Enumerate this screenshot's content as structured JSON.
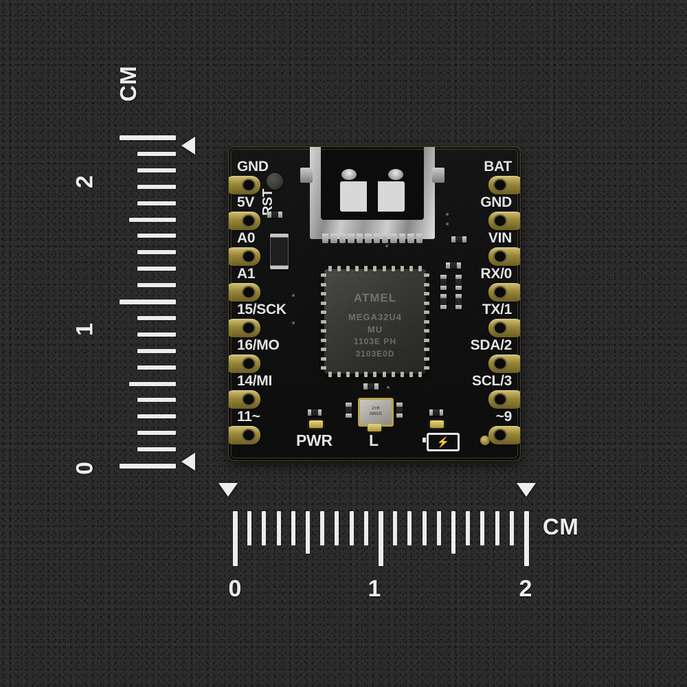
{
  "scene": {
    "background_color": "#2b2b2b",
    "subject": "microcontroller development board photo with measurement rulers"
  },
  "vertical_ruler": {
    "unit_label": "CM",
    "numbers": [
      "2",
      "1",
      "0"
    ],
    "arrow_top_name": "measurement-arrow-top",
    "arrow_bottom_name": "measurement-arrow-bottom"
  },
  "horizontal_ruler": {
    "unit_label": "CM",
    "numbers": [
      "0",
      "1",
      "2"
    ],
    "arrow_left_name": "measurement-arrow-left",
    "arrow_right_name": "measurement-arrow-right"
  },
  "board": {
    "color": "#101010",
    "pad_color": "#9a8838",
    "left_pins": [
      {
        "label": "GND"
      },
      {
        "label": "5V"
      },
      {
        "label": "A0"
      },
      {
        "label": "A1"
      },
      {
        "label": "15/SCK"
      },
      {
        "label": "16/MO"
      },
      {
        "label": "14/MI"
      },
      {
        "label": "11~"
      }
    ],
    "right_pins": [
      {
        "label": "BAT"
      },
      {
        "label": "GND"
      },
      {
        "label": "VIN"
      },
      {
        "label": "RX/0"
      },
      {
        "label": "TX/1"
      },
      {
        "label": "SDA/2"
      },
      {
        "label": "SCL/3"
      },
      {
        "label": "~9"
      }
    ],
    "reset_label": "RST",
    "bottom_labels": [
      {
        "label": "PWR"
      },
      {
        "label": "L"
      }
    ],
    "battery_icon_glyph": "⚡",
    "mcu": {
      "brand": "ATMEL",
      "line1": "MEGA32U4",
      "line2": "MU",
      "line3": "1103E    PH",
      "line4": "3103E0D"
    },
    "crystal": {
      "line1": "Z+R",
      "line2": "0001G"
    },
    "connector": "USB-C"
  }
}
